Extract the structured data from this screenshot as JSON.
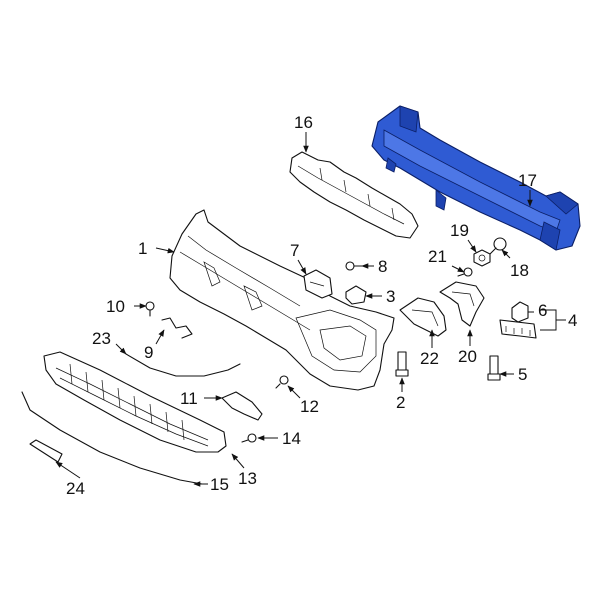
{
  "diagram": {
    "highlight_color": "#2f5bd3",
    "highlighted_part": "17",
    "callouts": {
      "c1": "1",
      "c2": "2",
      "c3": "3",
      "c4": "4",
      "c5": "5",
      "c6": "6",
      "c7": "7",
      "c8": "8",
      "c9": "9",
      "c10": "10",
      "c11": "11",
      "c12": "12",
      "c13": "13",
      "c14": "14",
      "c15": "15",
      "c16": "16",
      "c17": "17",
      "c18": "18",
      "c19": "19",
      "c20": "20",
      "c21": "21",
      "c22": "22",
      "c23": "23",
      "c24": "24"
    }
  }
}
